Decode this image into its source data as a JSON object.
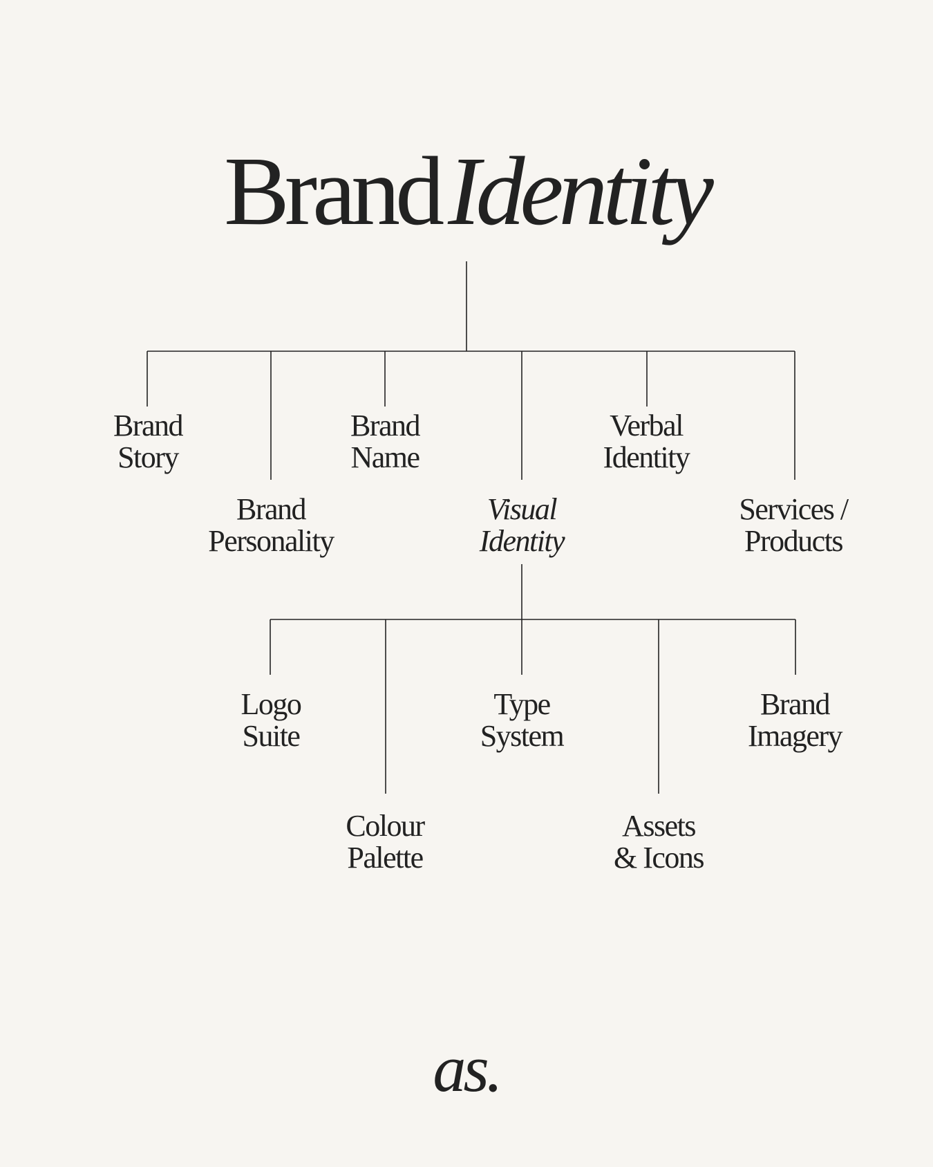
{
  "title": {
    "part_1": "Brand",
    "part_2": "Identity"
  },
  "nodes": {
    "brand_story": {
      "line_1": "Brand",
      "line_2": "Story"
    },
    "brand_personality": {
      "line_1": "Brand",
      "line_2": "Personality"
    },
    "brand_name": {
      "line_1": "Brand",
      "line_2": "Name"
    },
    "visual_identity": {
      "line_1": "Visual",
      "line_2": "Identity"
    },
    "verbal_identity": {
      "line_1": "Verbal",
      "line_2": "Identity"
    },
    "services_products": {
      "line_1": "Services /",
      "line_2": "Products"
    }
  },
  "sub_nodes": {
    "logo_suite": {
      "line_1": "Logo",
      "line_2": "Suite"
    },
    "colour_palette": {
      "line_1": "Colour",
      "line_2": "Palette"
    },
    "type_system": {
      "line_1": "Type",
      "line_2": "System"
    },
    "assets_icons": {
      "line_1": "Assets",
      "line_2": "& Icons"
    },
    "brand_imagery": {
      "line_1": "Brand",
      "line_2": "Imagery"
    }
  },
  "signature": "as.",
  "colors": {
    "background": "#f7f5f1",
    "ink": "#222222"
  }
}
